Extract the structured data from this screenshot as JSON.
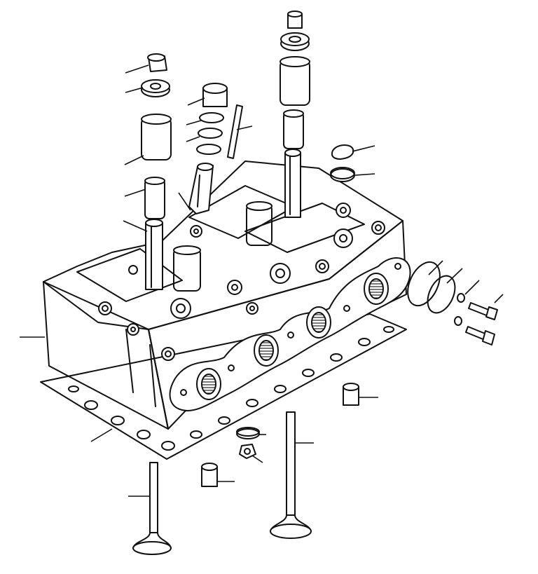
{
  "diagram": {
    "parts": [
      {
        "name": "valve-cotter-left"
      },
      {
        "name": "spring-retainer-left"
      },
      {
        "name": "outer-valve-spring-left"
      },
      {
        "name": "inner-valve-spring-left"
      },
      {
        "name": "valve-guide-left"
      },
      {
        "name": "valve-stem-seal"
      },
      {
        "name": "seal-ring-upper"
      },
      {
        "name": "seal-ring-lower"
      },
      {
        "name": "injector-sleeve"
      },
      {
        "name": "stud"
      },
      {
        "name": "valve-cotter-right"
      },
      {
        "name": "spring-retainer-right"
      },
      {
        "name": "outer-valve-spring-right"
      },
      {
        "name": "inner-valve-spring-right"
      },
      {
        "name": "valve-guide-right"
      },
      {
        "name": "cap-plug"
      },
      {
        "name": "plug-washer"
      },
      {
        "name": "cylinder-head"
      },
      {
        "name": "head-gasket"
      },
      {
        "name": "mesh-screen"
      },
      {
        "name": "cover-plate"
      },
      {
        "name": "washer-small-upper"
      },
      {
        "name": "washer-small-lower"
      },
      {
        "name": "bolt-upper"
      },
      {
        "name": "bolt-lower"
      },
      {
        "name": "sleeve-right"
      },
      {
        "name": "seat-ring"
      },
      {
        "name": "nut"
      },
      {
        "name": "sleeve-center"
      },
      {
        "name": "intake-valve"
      },
      {
        "name": "exhaust-valve"
      }
    ]
  }
}
